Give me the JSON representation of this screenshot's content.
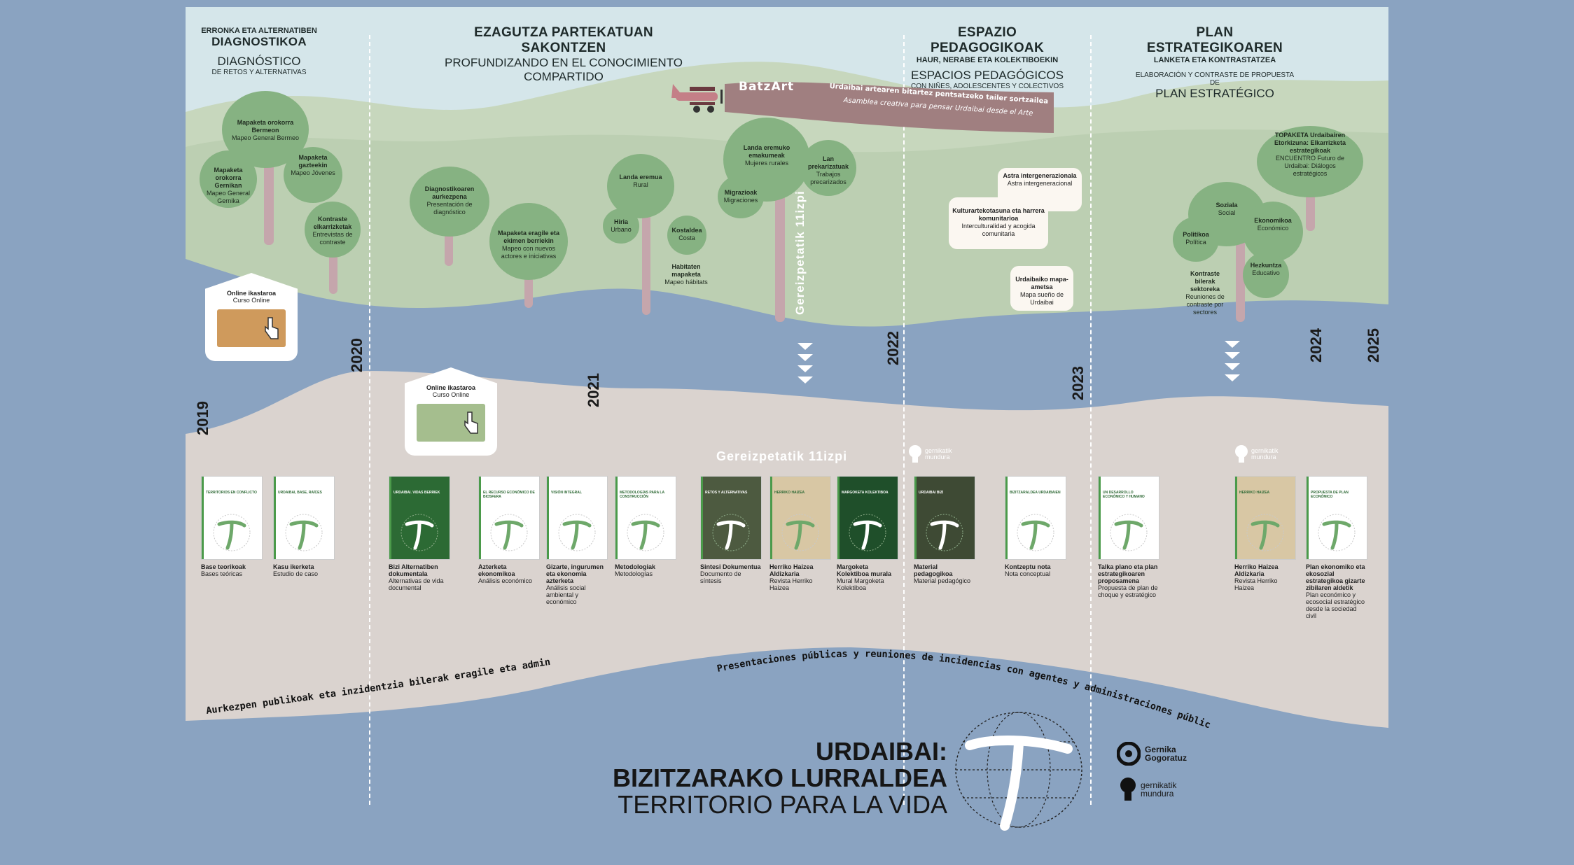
{
  "phases": [
    {
      "eu_small": "ERRONKA ETA ALTERNATIBEN",
      "eu": "DIAGNOSTIKOA",
      "es": "DIAGNÓSTICO",
      "es_small": "DE RETOS Y ALTERNATIVAS"
    },
    {
      "eu": "EZAGUTZA PARTEKATUAN SAKONTZEN",
      "es": "PROFUNDIZANDO EN  EL CONOCIMIENTO COMPARTIDO"
    },
    {
      "eu": "ESPAZIO PEDAGOGIKOAK",
      "eu_small": "HAUR, NERABE ETA KOLEKTIBOEKIN",
      "es": "ESPACIOS PEDAGÓGICOS",
      "es_small": "CON NIÑES, ADOLESCENTES Y COLECTIVOS"
    },
    {
      "eu": "PLAN ESTRATEGIKOAREN",
      "eu_small": "LANKETA ETA KONTRASTATZEA",
      "es_small": "ELABORACIÓN Y CONTRASTE DE PROPUESTA DE",
      "es": "PLAN ESTRATÉGICO"
    }
  ],
  "years": [
    "2019",
    "2020",
    "2021",
    "2022",
    "2023",
    "2024",
    "2025"
  ],
  "banner": {
    "brand": "BatzArt",
    "eu": "Urdaibai artearen bitartez pentsatzeko tailer sortzailea",
    "es": "Asamblea creativa para pensar Urdaibai desde el Arte"
  },
  "trees": [
    {
      "eu": "Mapaketa orokorra Bermeon",
      "es": "Mapeo General Bermeo"
    },
    {
      "eu": "Mapaketa orokorra Gernikan",
      "es": "Mapeo General Gernika"
    },
    {
      "eu": "Mapaketa gazteekin",
      "es": "Mapeo Jóvenes"
    },
    {
      "eu": "Kontraste elkarrizketak",
      "es": "Entrevistas de contraste"
    },
    {
      "eu": "Diagnostikoaren aurkezpena",
      "es": "Presentación de diagnóstico"
    },
    {
      "eu": "Mapaketa eragile eta ekimen berriekin",
      "es": "Mapeo con nuevos actores e iniciativas"
    },
    {
      "eu": "Landa eremua",
      "es": "Rural"
    },
    {
      "eu": "Hiria",
      "es": "Urbano"
    },
    {
      "eu": "Kostaldea",
      "es": "Costa"
    },
    {
      "eu": "Habitaten mapaketa",
      "es": "Mapeo hábitats"
    },
    {
      "eu": "Landa eremuko emakumeak",
      "es": "Mujeres rurales"
    },
    {
      "eu": "Lan prekarizatuak",
      "es": "Trabajos precarizados"
    },
    {
      "eu": "Migrazioak",
      "es": "Migraciones"
    },
    {
      "eu": "Soziala",
      "es": "Social"
    },
    {
      "eu": "Politikoa",
      "es": "Política"
    },
    {
      "eu": "Ekonomikoa",
      "es": "Económico"
    },
    {
      "eu": "Hezkuntza",
      "es": "Educativo"
    },
    {
      "eu": "Kontraste bilerak sektoreka",
      "es": "Reuniones de contraste por sectores"
    },
    {
      "eu": "TOPAKETA Urdaibairen Etorkizuna: Elkarrizketa estrategikoak",
      "es": "ENCUENTRO Futuro de Urdaibai: Diálogos estratégicos"
    }
  ],
  "bubbles": [
    {
      "eu": "Astra intergenerazionala",
      "es": "Astra intergeneracional"
    },
    {
      "eu": "Kulturartekotasuna eta harrera komunitarioa",
      "es": "Interculturalidad y acogida comunitaria"
    },
    {
      "eu": "Urdaibaiko mapa-ametsa",
      "es": "Mapa sueño de Urdaibai"
    }
  ],
  "online": [
    {
      "eu": "Online ikastaroa",
      "es": "Curso Online"
    },
    {
      "eu": "Online ikastaroa",
      "es": "Curso Online"
    }
  ],
  "gereiz": {
    "vertical": "Gereizpetatik 11izpi",
    "horizontal": "Gereizpetatik  11izpi"
  },
  "gernikatik_small": "gernikatik mundura",
  "docs": [
    {
      "cover": "TERRITORIOS EN CONFLICTO",
      "eu": "Base teorikoak",
      "es": "Bases teóricas"
    },
    {
      "cover": "URDAIBAI, BASE, RAÍCES",
      "eu": "Kasu ikerketa",
      "es": "Estudio de caso"
    },
    {
      "cover": "URDAIBAI. VIDAS BERRIEK",
      "eu": "Bizi Alternatiben dokumentala",
      "es": "Alternativas de vida documental"
    },
    {
      "cover": "EL RECURSO ECONÓMICO DE BIOSFERA",
      "eu": "Azterketa ekonomikoa",
      "es": "Análisis económico"
    },
    {
      "cover": "VISIÓN INTEGRAL",
      "eu": "Gizarte, ingurumen eta ekonomia azterketa",
      "es": "Análisis social ambiental y económico"
    },
    {
      "cover": "METODOLOGÍAS PARA LA CONSTRUCCIÓN",
      "eu": "Metodologiak",
      "es": "Metodologías"
    },
    {
      "cover": "RETOS Y ALTERNATIVAS",
      "eu": "Sintesi Dokumentua",
      "es": "Documento de síntesis"
    },
    {
      "cover": "HERRIKO HAIZEA",
      "eu": "Herriko Haizea Aldizkaria",
      "es": "Revista Herriko Haizea"
    },
    {
      "cover": "MARGOKETA KOLEKTIBOA",
      "eu": "Margoketa Kolektiboa murala",
      "es": "Mural Margoketa Kolektiboa"
    },
    {
      "cover": "URDAIBAI BIZI",
      "eu": "Material pedagogikoa",
      "es": "Material pedagógico"
    },
    {
      "cover": "BIZITZARALDEA URDAIBAIEN",
      "eu": "Kontzeptu nota",
      "es": "Nota conceptual"
    },
    {
      "cover": "UN DESARROLLO ECONÓMICO Y HUMANO",
      "eu": "Talka plano eta plan estrategikoaren proposamena",
      "es": "Propuesta de plan de choque y estratégico"
    },
    {
      "cover": "HERRIKO HAIZEA",
      "eu": "Herriko Haizea Aldizkaria",
      "es": "Revista Herriko Haizea"
    },
    {
      "cover": "PROPUESTA DE PLAN ECONÓMICO",
      "eu": "Plan ekonomiko eta ekosozial estrategikoa gizarte zibilaren aldetik",
      "es": "Plan económico y ecosocial estratégico desde la sociedad civil"
    }
  ],
  "arc": {
    "eu": "Aurkezpen publikoak eta inzidentzia bilerak eragile eta administrazio publikoekin",
    "es": "Presentaciones públicas y reuniones de incidencias con agentes y administraciones públicas"
  },
  "title": {
    "line1": "URDAIBAI:",
    "line2": "BIZITZARAKO LURRALDEA",
    "line3": "TERRITORIO PARA LA VIDA"
  },
  "logos": {
    "gogoratuz_a": "Gernika",
    "gogoratuz_b": "Gogoratuz",
    "mundura_a": "gernikatik",
    "mundura_b": "mundura"
  },
  "colors": {
    "sky": "#d5e6ea",
    "hill": "#bccfb2",
    "river": "#8aa3c1",
    "ground": "#dad3cf",
    "tree": "#86b282",
    "trunk": "#c5a6ac",
    "banner": "#a07f80"
  }
}
